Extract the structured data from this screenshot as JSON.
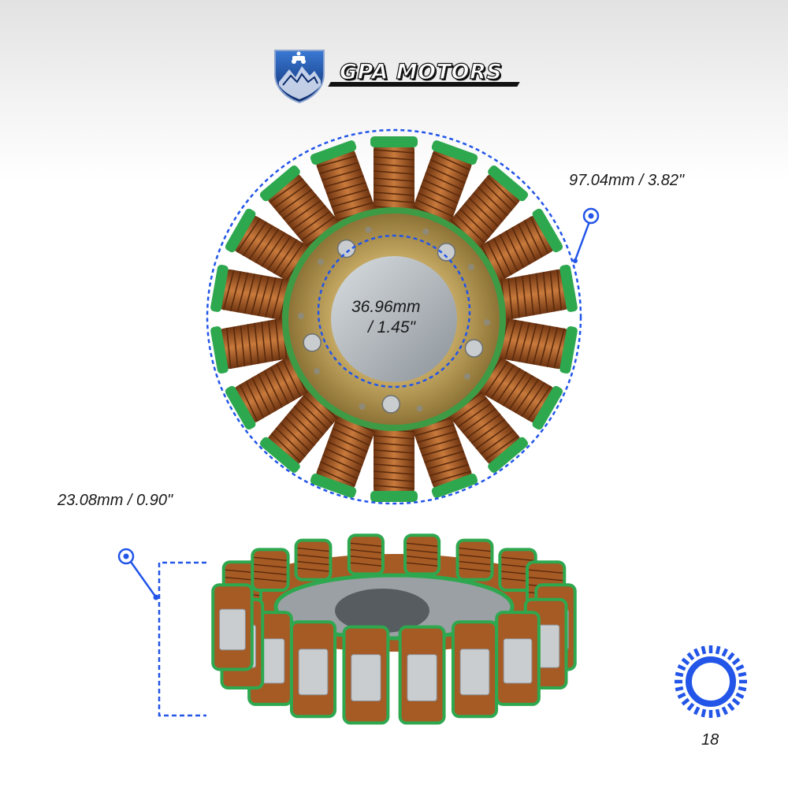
{
  "brand": {
    "name": "GPA MOTORS",
    "logo_icon": "shield-mountain-atv-icon",
    "colors": {
      "shield_dark": "#0b2a6b",
      "shield_light": "#3a79d4",
      "text_outline": "#111111"
    }
  },
  "product": {
    "name": "stator",
    "coil_count": 18,
    "colors": {
      "copper": "#a65a24",
      "insulation_green": "#2ea84f",
      "core_gold": "#b89a55",
      "dimension_blue": "#2255e8"
    }
  },
  "dimensions": {
    "outer_diameter": "97.04mm / 3.82\"",
    "inner_diameter_line1": "36.96mm",
    "inner_diameter_line2": "/ 1.45\"",
    "thickness": "23.08mm / 0.90\""
  },
  "coil_badge": {
    "icon": "coil-count-ring-icon",
    "value": "18"
  }
}
